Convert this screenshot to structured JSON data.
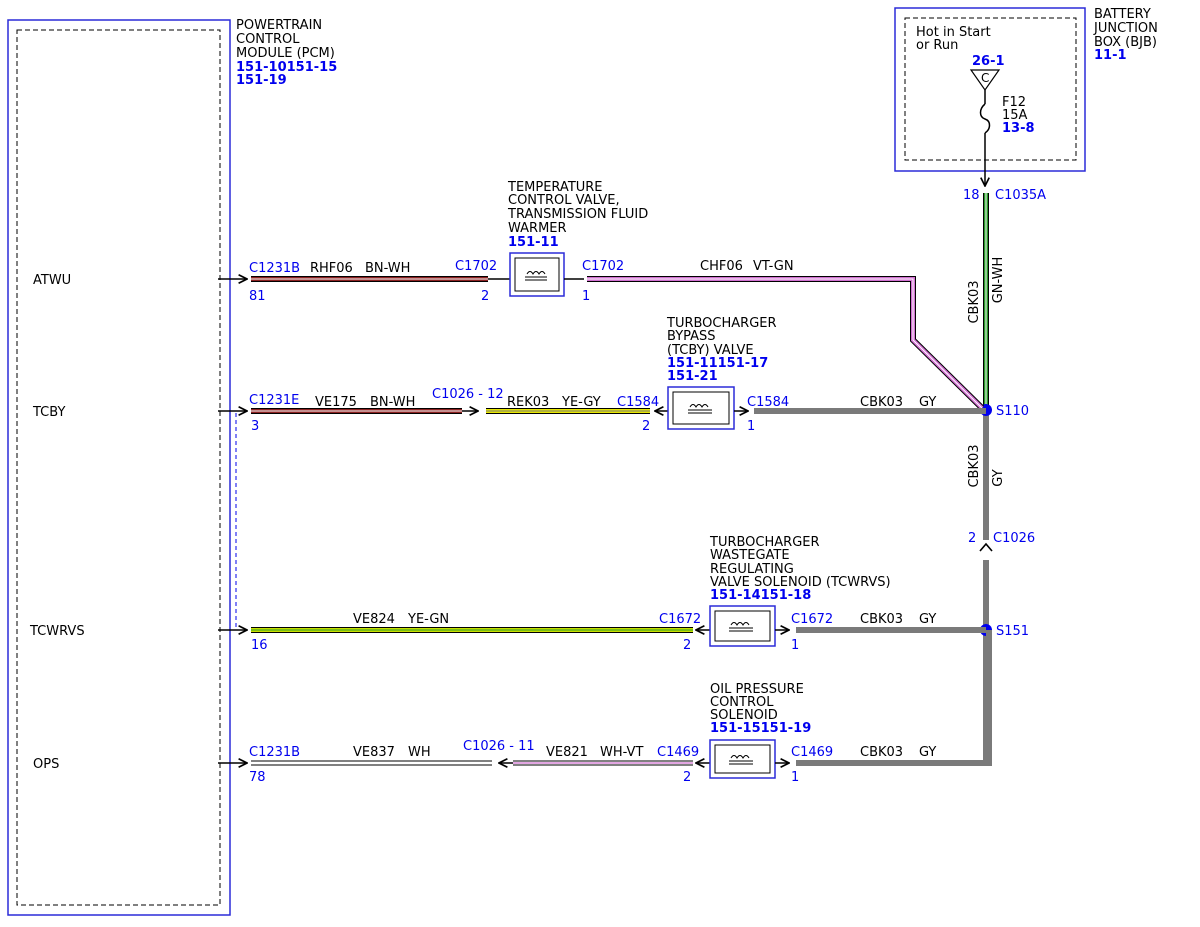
{
  "pcm": {
    "title_lines": [
      "POWERTRAIN",
      "CONTROL",
      "MODULE (PCM)"
    ],
    "refs": [
      "151-10151-15",
      "151-19"
    ],
    "pins": [
      "ATWU",
      "TCBY",
      "TCWRVS",
      "OPS"
    ]
  },
  "bjb": {
    "title_lines": [
      "BATTERY",
      "JUNCTION",
      "BOX (BJB)"
    ],
    "ref": "11-1",
    "hot_lines": [
      "Hot in Start",
      "or Run"
    ],
    "feed_ref": "26-1",
    "feed_letter": "C",
    "fuse_name": "F12",
    "fuse_rating": "15A",
    "fuse_ref": "13-8"
  },
  "components": {
    "tcv": {
      "title_lines": [
        "TEMPERATURE",
        "CONTROL VALVE,",
        "TRANSMISSION FLUID",
        "WARMER"
      ],
      "refs": [
        "151-11"
      ]
    },
    "tcby": {
      "title_lines": [
        "TURBOCHARGER",
        "BYPASS",
        "(TCBY) VALVE"
      ],
      "refs": [
        "151-11151-17",
        "151-21"
      ]
    },
    "tcwrvs": {
      "title_lines": [
        "TURBOCHARGER",
        "WASTEGATE",
        "REGULATING",
        "VALVE SOLENOID (TCWRVS)"
      ],
      "refs": [
        "151-14151-18"
      ]
    },
    "ops": {
      "title_lines": [
        "OIL PRESSURE",
        "CONTROL",
        "SOLENOID"
      ],
      "refs": [
        "151-15151-19"
      ]
    }
  },
  "connectors": {
    "c1231b_a": "C1231B",
    "c1231b_a_pin": "81",
    "c1231e": "C1231E",
    "c1231e_pin": "3",
    "tcwrvs_pin": "16",
    "c1231b_b": "C1231B",
    "c1231b_b_pin": "78",
    "c1702_l": "C1702",
    "c1702_l_pin": "2",
    "c1702_r": "C1702",
    "c1702_r_pin": "1",
    "c1026_12": "C1026 - 12",
    "c1584_l": "C1584",
    "c1584_l_pin": "2",
    "c1584_r": "C1584",
    "c1584_r_pin": "1",
    "c1672_l": "C1672",
    "c1672_l_pin": "2",
    "c1672_r": "C1672",
    "c1672_r_pin": "1",
    "c1026_11": "C1026 - 11",
    "c1469_l": "C1469",
    "c1469_l_pin": "2",
    "c1469_r": "C1469",
    "c1469_r_pin": "1",
    "c1035a": "C1035A",
    "c1035a_pin": "18",
    "c1026": "C1026",
    "c1026_pin": "2"
  },
  "splices": {
    "s110": "S110",
    "s151": "S151"
  },
  "wires": {
    "rhf06": {
      "circuit": "RHF06",
      "color": "BN-WH"
    },
    "chf06": {
      "circuit": "CHF06",
      "color": "VT-GN"
    },
    "ve175": {
      "circuit": "VE175",
      "color": "BN-WH"
    },
    "rek03": {
      "circuit": "REK03",
      "color": "YE-GY"
    },
    "cbk03_tcby": {
      "circuit": "CBK03",
      "color": "GY"
    },
    "ve824": {
      "circuit": "VE824",
      "color": "YE-GN"
    },
    "cbk03_tcwrvs": {
      "circuit": "CBK03",
      "color": "GY"
    },
    "ve837": {
      "circuit": "VE837",
      "color": "WH"
    },
    "ve821": {
      "circuit": "VE821",
      "color": "WH-VT"
    },
    "cbk03_ops": {
      "circuit": "CBK03",
      "color": "GY"
    },
    "cbk03_feed": {
      "circuit": "CBK03",
      "color": "GN-WH"
    },
    "cbk03_mid": {
      "circuit": "CBK03",
      "color": "GY"
    }
  },
  "colors": {
    "brown": "#8b2020",
    "violet": "#d070d0",
    "yellow": "#e8e800",
    "yellow_green": "#c8e000",
    "green": "#2a9a2a",
    "gray": "#7a7a7a",
    "border_blue": "#2b2bd8",
    "ref_blue": "#0000ee"
  }
}
